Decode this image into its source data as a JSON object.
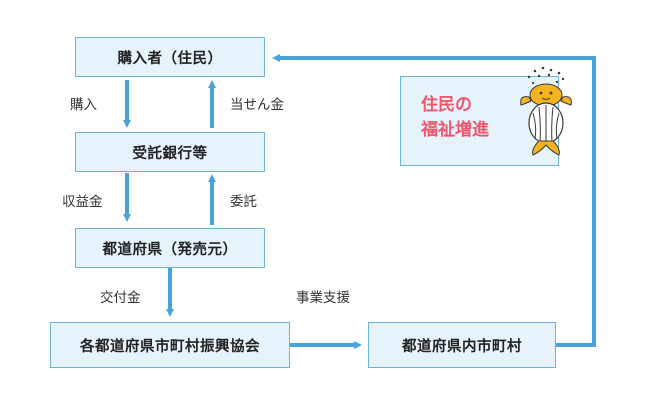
{
  "nodes": {
    "buyer": "購入者（住民）",
    "bank": "受託銀行等",
    "prefecture": "都道府県（発売元）",
    "association": "各都道府県市町村振興協会",
    "municipalities": "都道府県内市町村"
  },
  "edges": {
    "purchase": "購入",
    "winnings": "当せん金",
    "proceeds": "収益金",
    "consignment": "委託",
    "grant": "交付金",
    "project_support": "事業支援"
  },
  "welfare_panel": {
    "text": "住民の\n福祉増進",
    "mascot_icon": "mascot-character-icon"
  },
  "colors": {
    "box_fill": "#e6f3fb",
    "box_border": "#6cb4dc",
    "arrow": "#4aa3d8",
    "welfare_text": "#f0566e",
    "mascot_body": "#f5b41f"
  }
}
